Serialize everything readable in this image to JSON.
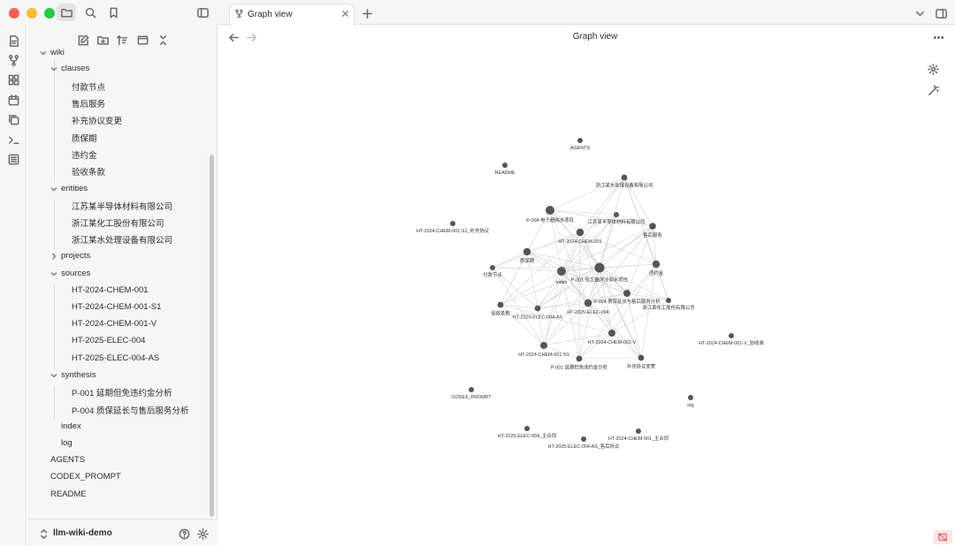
{
  "tab": {
    "title": "Graph view"
  },
  "view": {
    "title": "Graph view"
  },
  "vault": {
    "name": "llm-wiki-demo"
  },
  "tree": {
    "wiki": "wiki",
    "clauses": "clauses",
    "clauses_items": [
      "付款节点",
      "售后服务",
      "补充协议变更",
      "质保期",
      "违约金",
      "验收条款"
    ],
    "entities": "entities",
    "entities_items": [
      "江苏某半导体材料有限公司",
      "浙江某化工股份有限公司",
      "浙江某水处理设备有限公司"
    ],
    "projects": "projects",
    "sources": "sources",
    "sources_items": [
      "HT-2024-CHEM-001",
      "HT-2024-CHEM-001-S1",
      "HT-2024-CHEM-001-V",
      "HT-2025-ELEC-004",
      "HT-2025-ELEC-004-AS"
    ],
    "synthesis": "synthesis",
    "synthesis_items": [
      "P-001 延期但免违约金分析",
      "P-004 质保延长与售后服务分析"
    ],
    "index": "index",
    "log": "log",
    "root_items": [
      "AGENTS",
      "CODEX_PROMPT",
      "README"
    ]
  },
  "graph": {
    "nodes": [
      {
        "label": "AGENTS"
      },
      {
        "label": "README"
      },
      {
        "label": "浙江某水处理设备有限公司"
      },
      {
        "label": "P-004 电子超纯水项目"
      },
      {
        "label": "江苏某半导体材料有限公司"
      },
      {
        "label": "HT-2024-CHEM-001-S1_补充协议"
      },
      {
        "label": "售后服务"
      },
      {
        "label": "HT-2024-CHEM-001"
      },
      {
        "label": "质保期"
      },
      {
        "label": "付款节点"
      },
      {
        "label": "违约金"
      },
      {
        "label": "index"
      },
      {
        "label": "P-001 化工循环冷却水项目"
      },
      {
        "label": "P-004 质保延长与售后服务分析"
      },
      {
        "label": "浙江某化工股份有限公司"
      },
      {
        "label": "验收条款"
      },
      {
        "label": "HT-2025-ELEC-004-AS"
      },
      {
        "label": "HT-2025-ELEC-004"
      },
      {
        "label": "HT-2024-CHEM-001-V_验收单"
      },
      {
        "label": "HT-2024-CHEM-001-V"
      },
      {
        "label": "HT-2024-CHEM-001-S1"
      },
      {
        "label": "P-001 延期但免违约金分析"
      },
      {
        "label": "补充协议变更"
      },
      {
        "label": "CODEX_PROMPT"
      },
      {
        "label": "log"
      },
      {
        "label": "HT-2025-ELEC-004_主合同"
      },
      {
        "label": "HT-2024-CHEM-001_主合同"
      },
      {
        "label": "HT-2025-ELEC-004-AS_售后协议"
      }
    ]
  }
}
